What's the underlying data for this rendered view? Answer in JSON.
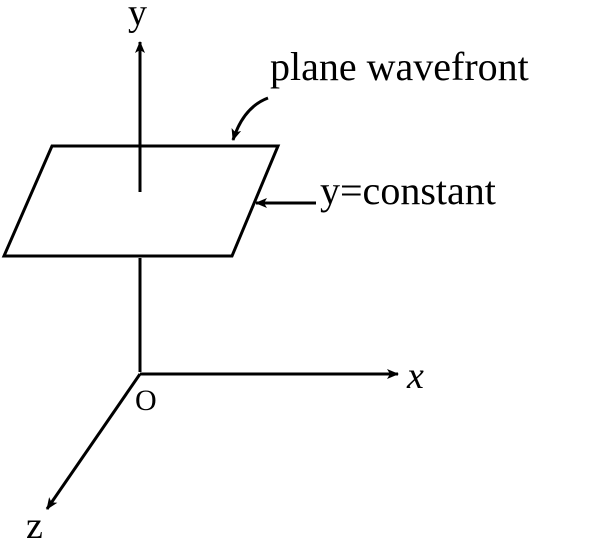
{
  "labels": {
    "y_axis": "y",
    "x_axis": "x",
    "z_axis": "z",
    "origin": "O",
    "wavefront": "plane wavefront",
    "plane_equation": "y=constant"
  },
  "colors": {
    "stroke": "#000000",
    "background": "#ffffff"
  }
}
